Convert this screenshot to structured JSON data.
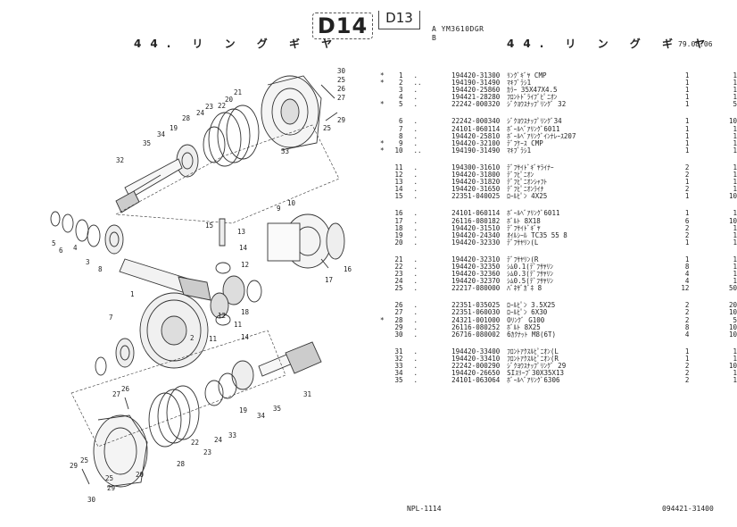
{
  "header": {
    "section_code": "D14",
    "section_code_prev": "D13",
    "model_line_a": "A  YM3610DGR",
    "model_line_b": "B",
    "title_left": "44. リ ン グ ギ ヤ",
    "title_right": "44. リ ン グ ギ ヤ",
    "date": "79.08.06"
  },
  "parts": [
    {
      "mark": "*",
      "no": "1",
      "level": ".",
      "part": "194420-31300",
      "desc": "ﾘﾝｸﾞｷﾞﾔ CMP",
      "q1": "1",
      "q2": "1"
    },
    {
      "mark": "*",
      "no": "2",
      "level": "..",
      "part": "194190-31490",
      "desc": "ﾏｷﾌﾞﾗｼ1",
      "q1": "1",
      "q2": "1"
    },
    {
      "mark": "",
      "no": "3",
      "level": ".",
      "part": "194420-25860",
      "desc": "ｶﾗｰ 35X47X4.5",
      "q1": "1",
      "q2": "1"
    },
    {
      "mark": "",
      "no": "4",
      "level": ".",
      "part": "194421-28280",
      "desc": "ﾌﾛﾝﾄﾄﾞﾗｲﾌﾞﾋﾟﾆｵﾝ",
      "q1": "1",
      "q2": "1"
    },
    {
      "mark": "*",
      "no": "5",
      "level": ".",
      "part": "22242-000320",
      "desc": "ｼﾞｸﾖｳｽﾅｯﾌﾟﾘﾝｸﾞ 32",
      "q1": "1",
      "q2": "5",
      "gap": true
    },
    {
      "mark": "",
      "no": "6",
      "level": ".",
      "part": "22242-000340",
      "desc": "ｼﾞｸﾖｳｽﾅｯﾌﾟﾘﾝｸﾞ34",
      "q1": "1",
      "q2": "10"
    },
    {
      "mark": "",
      "no": "7",
      "level": ".",
      "part": "24101-060114",
      "desc": "ﾎﾞｰﾙﾍﾞｱﾘﾝｸﾞ6011",
      "q1": "1",
      "q2": "1"
    },
    {
      "mark": "",
      "no": "8",
      "level": ".",
      "part": "194420-25810",
      "desc": "ﾎﾞｰﾙﾍﾞｱﾘﾝｸﾞｲﾝﾅﾚｰｽ207",
      "q1": "1",
      "q2": "1"
    },
    {
      "mark": "*",
      "no": "9",
      "level": ".",
      "part": "194420-32100",
      "desc": "ﾃﾞﾌｹｰｽ CMP",
      "q1": "1",
      "q2": "1"
    },
    {
      "mark": "*",
      "no": "10",
      "level": "..",
      "part": "194190-31490",
      "desc": "ﾏｷﾌﾞﾗｼ1",
      "q1": "1",
      "q2": "1",
      "gap": true
    },
    {
      "mark": "",
      "no": "11",
      "level": ".",
      "part": "194300-31610",
      "desc": "ﾃﾞﾌｻｲﾄﾞｷﾞﾔﾗｲﾅｰ",
      "q1": "2",
      "q2": "1"
    },
    {
      "mark": "",
      "no": "12",
      "level": ".",
      "part": "194420-31800",
      "desc": "ﾃﾞﾌﾋﾟﾆｵﾝ",
      "q1": "2",
      "q2": "1"
    },
    {
      "mark": "",
      "no": "13",
      "level": ".",
      "part": "194420-31820",
      "desc": "ﾃﾞﾌﾋﾟﾆｵﾝｼｬﾌﾄ",
      "q1": "1",
      "q2": "1"
    },
    {
      "mark": "",
      "no": "14",
      "level": ".",
      "part": "194420-31650",
      "desc": "ﾃﾞﾌﾋﾟﾆｵﾝﾗｲﾅ",
      "q1": "2",
      "q2": "1"
    },
    {
      "mark": "",
      "no": "15",
      "level": ".",
      "part": "22351-040025",
      "desc": "ﾛｰﾙﾋﾟﾝ 4X25",
      "q1": "1",
      "q2": "10",
      "gap": true
    },
    {
      "mark": "",
      "no": "16",
      "level": ".",
      "part": "24101-060114",
      "desc": "ﾎﾞｰﾙﾍﾞｱﾘﾝｸﾞ6011",
      "q1": "1",
      "q2": "1"
    },
    {
      "mark": "",
      "no": "17",
      "level": ".",
      "part": "26116-080182",
      "desc": "ﾎﾞﾙﾄ 8X18",
      "q1": "6",
      "q2": "10"
    },
    {
      "mark": "",
      "no": "18",
      "level": ".",
      "part": "194420-31510",
      "desc": "ﾃﾞﾌｻｲﾄﾞｷﾞﾔ",
      "q1": "2",
      "q2": "1"
    },
    {
      "mark": "",
      "no": "19",
      "level": ".",
      "part": "194420-24340",
      "desc": "ｵｲﾙｼｰﾙ TC35 55 8",
      "q1": "2",
      "q2": "1"
    },
    {
      "mark": "",
      "no": "20",
      "level": ".",
      "part": "194420-32330",
      "desc": "ﾃﾞﾌｻﾔﾘﾝ(L",
      "q1": "1",
      "q2": "1",
      "gap": true
    },
    {
      "mark": "",
      "no": "21",
      "level": ".",
      "part": "194420-32310",
      "desc": "ﾃﾞﾌｻﾔﾘﾝ(R",
      "q1": "1",
      "q2": "1"
    },
    {
      "mark": "",
      "no": "22",
      "level": ".",
      "part": "194420-32350",
      "desc": "ｼﾑ0.1(ﾃﾞﾌｻﾔﾘﾝ",
      "q1": "8",
      "q2": "1"
    },
    {
      "mark": "",
      "no": "23",
      "level": ".",
      "part": "194420-32360",
      "desc": "ｼﾑ0.3(ﾃﾞﾌｻﾔﾘﾝ",
      "q1": "4",
      "q2": "1"
    },
    {
      "mark": "",
      "no": "24",
      "level": ".",
      "part": "194420-32370",
      "desc": "ｼﾑ0.5(ﾃﾞﾌｻﾔﾘﾝ",
      "q1": "4",
      "q2": "1"
    },
    {
      "mark": "",
      "no": "25",
      "level": ".",
      "part": "22217-080000",
      "desc": "ﾊﾞﾈｻﾞｶﾞﾈ 8",
      "q1": "12",
      "q2": "50",
      "gap": true
    },
    {
      "mark": "",
      "no": "26",
      "level": ".",
      "part": "22351-035025",
      "desc": "ﾛｰﾙﾋﾟﾝ 3.5X25",
      "q1": "2",
      "q2": "20"
    },
    {
      "mark": "",
      "no": "27",
      "level": ".",
      "part": "22351-060030",
      "desc": "ﾛｰﾙﾋﾟﾝ 6X30",
      "q1": "2",
      "q2": "10"
    },
    {
      "mark": "*",
      "no": "28",
      "level": ".",
      "part": "24321-001000",
      "desc": "Oﾘﾝｸﾞ G100",
      "q1": "2",
      "q2": "5"
    },
    {
      "mark": "",
      "no": "29",
      "level": ".",
      "part": "26116-080252",
      "desc": "ﾎﾞﾙﾄ 8X25",
      "q1": "8",
      "q2": "10"
    },
    {
      "mark": "",
      "no": "30",
      "level": ".",
      "part": "26716-080002",
      "desc": "6ｶｸﾅｯﾄ M8(6T)",
      "q1": "4",
      "q2": "10",
      "gap": true
    },
    {
      "mark": "",
      "no": "31",
      "level": ".",
      "part": "194420-33400",
      "desc": "ﾌﾛﾝﾄｱｸｽﾙﾋﾟﾆｵﾝ(L",
      "q1": "1",
      "q2": "1"
    },
    {
      "mark": "",
      "no": "32",
      "level": ".",
      "part": "194420-33410",
      "desc": "ﾌﾛﾝﾄｱｸｽﾙﾋﾟﾆｵﾝ(R",
      "q1": "1",
      "q2": "1"
    },
    {
      "mark": "",
      "no": "33",
      "level": ".",
      "part": "22242-000290",
      "desc": "ｼﾞｸﾖｳｽﾅｯﾌﾟﾘﾝｸﾞ 29",
      "q1": "2",
      "q2": "10"
    },
    {
      "mark": "",
      "no": "34",
      "level": ".",
      "part": "194420-26650",
      "desc": "SIｽﾘｰﾌﾞ30X35X13",
      "q1": "2",
      "q2": "1"
    },
    {
      "mark": "",
      "no": "35",
      "level": ".",
      "part": "24101-063064",
      "desc": "ﾎﾞｰﾙﾍﾞｱﾘﾝｸﾞ6306",
      "q1": "2",
      "q2": "1"
    }
  ],
  "diagram": {
    "callouts": [
      "30",
      "25",
      "26",
      "27",
      "29",
      "25",
      "21",
      "20",
      "22",
      "23",
      "24",
      "28",
      "19",
      "34",
      "33",
      "35",
      "32",
      "5",
      "6",
      "4",
      "3",
      "8",
      "10",
      "9",
      "15",
      "13",
      "14",
      "12",
      "16",
      "17",
      "1",
      "7",
      "2",
      "11",
      "12",
      "18",
      "11",
      "14",
      "31",
      "27",
      "26",
      "28",
      "23",
      "22",
      "24",
      "33",
      "34",
      "35",
      "19",
      "20",
      "25",
      "29",
      "30",
      "29",
      "25"
    ]
  },
  "footer": {
    "page_ref": "NPL-1114",
    "doc_number": "094421-31400"
  }
}
